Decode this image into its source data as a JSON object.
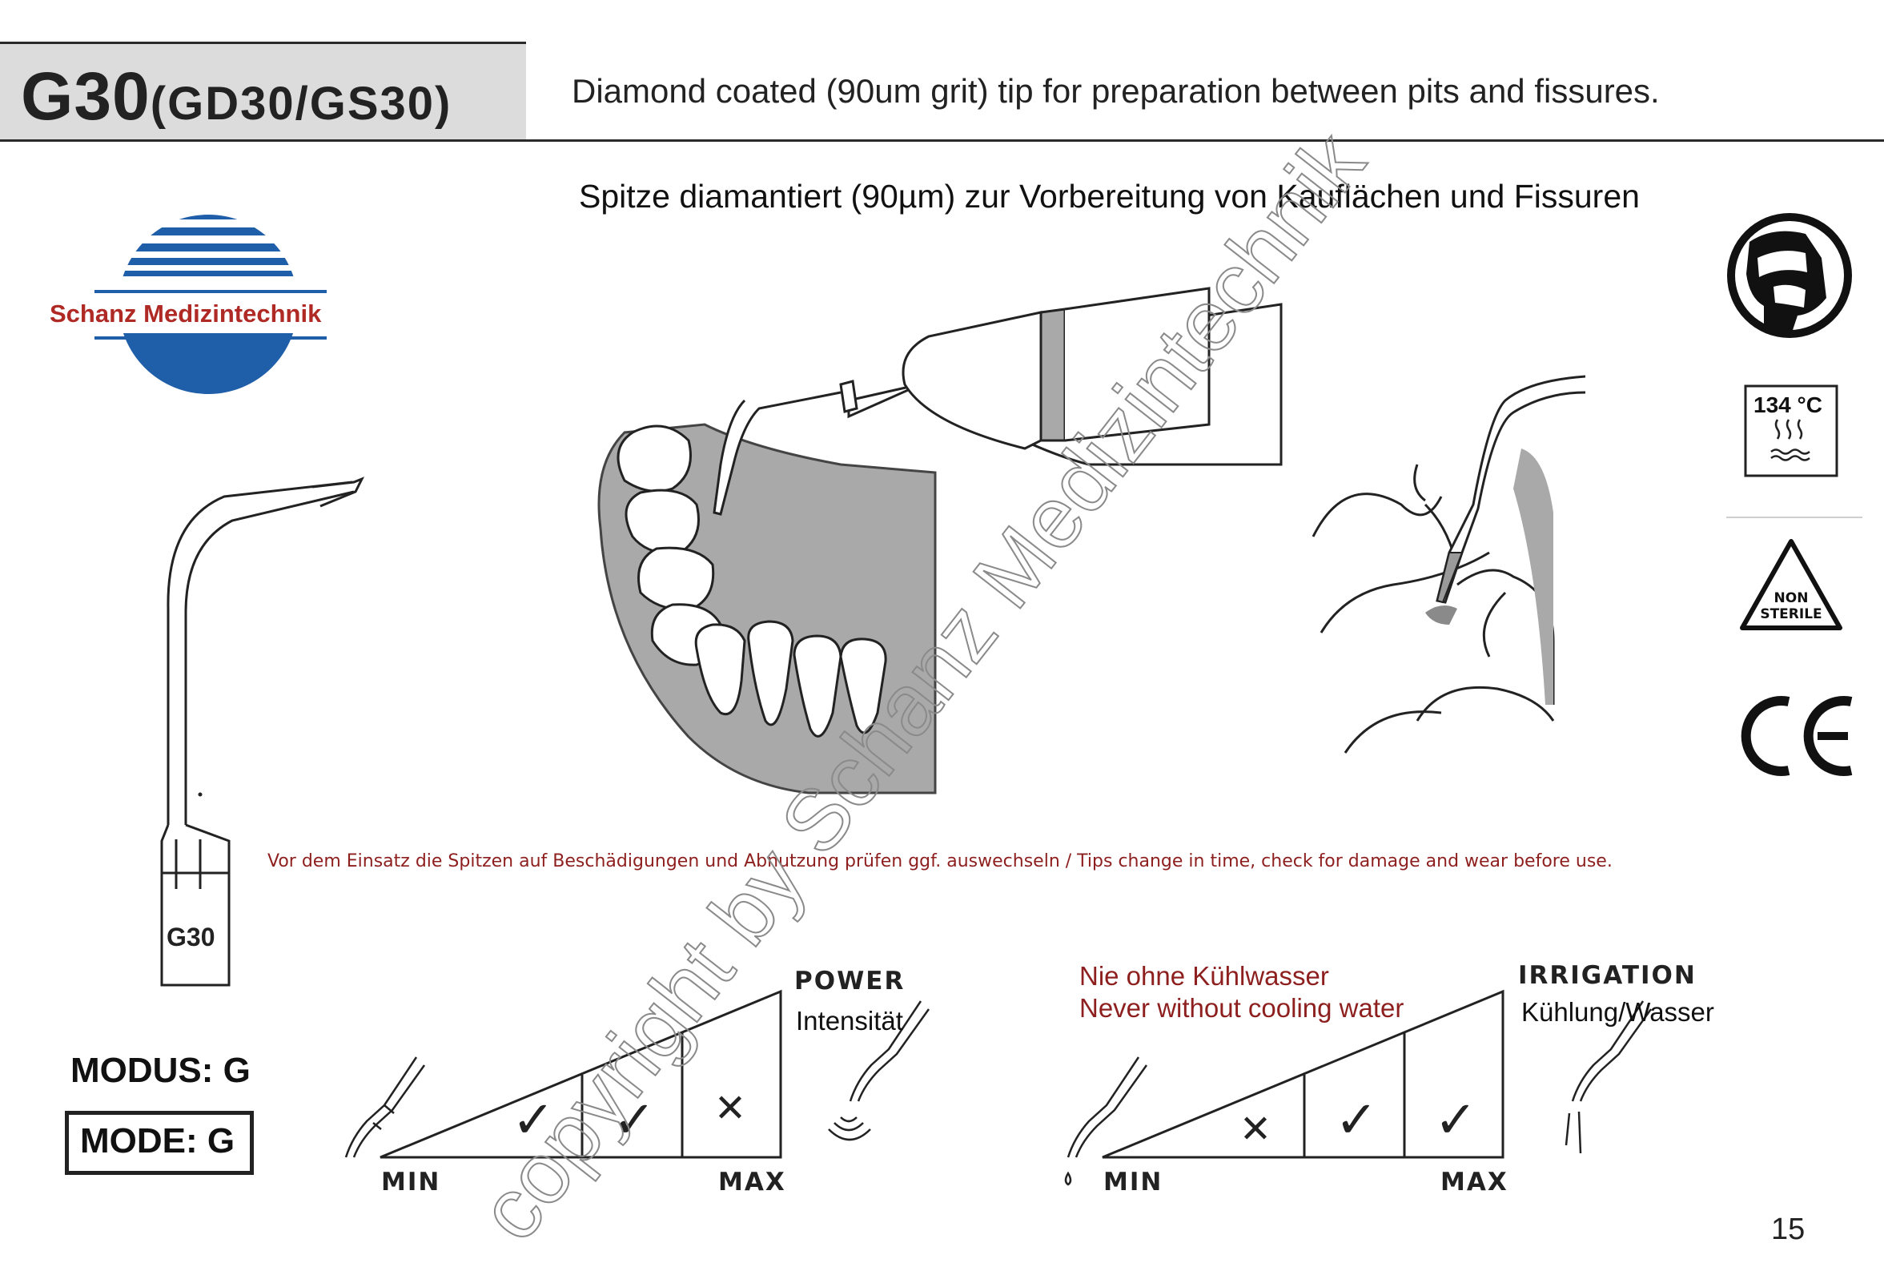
{
  "header": {
    "code": "G30",
    "variants": "(GD30/GS30)",
    "description_en": "Diamond coated (90um grit) tip for preparation between pits and fissures.",
    "description_de": "Spitze diamantiert (90µm) zur Vorbereitung von Kauflächen und Fissuren"
  },
  "logo": {
    "company": "Schanz Medizintechnik"
  },
  "watermark": "copyright by Schanz Medizintechnik",
  "tip_label": "G30",
  "warning": "Vor dem Einsatz die Spitzen auf  Beschädigungen und Abnutzung prüfen ggf. auswechseln / Tips change in time, check for damage and wear before use.",
  "mode": {
    "de": "MODUS: G",
    "en": "MODE: G"
  },
  "power": {
    "title": "POWER",
    "subtitle": "Intensität",
    "min": "MIN",
    "max": "MAX",
    "levels": [
      "check",
      "check",
      "cross"
    ]
  },
  "irrigation": {
    "title": "IRRIGATION",
    "subtitle": "Kühlung/Wasser",
    "note_de": "Nie ohne Kühlwasser",
    "note_en": "Never without cooling water",
    "min": "MIN",
    "max": "MAX",
    "levels": [
      "cross",
      "check",
      "check"
    ]
  },
  "icons": {
    "sterilization_temp": "134 °C",
    "non_sterile_line1": "NON",
    "non_sterile_line2": "STERILE",
    "ce_mark": "CE"
  },
  "page_number": "15",
  "colors": {
    "logo_blue": "#1f5ea8",
    "logo_red": "#b02a25",
    "warning_red": "#8e1f1f",
    "header_gray": "#dcdcdc",
    "gum_gray": "#a9a9a9"
  }
}
